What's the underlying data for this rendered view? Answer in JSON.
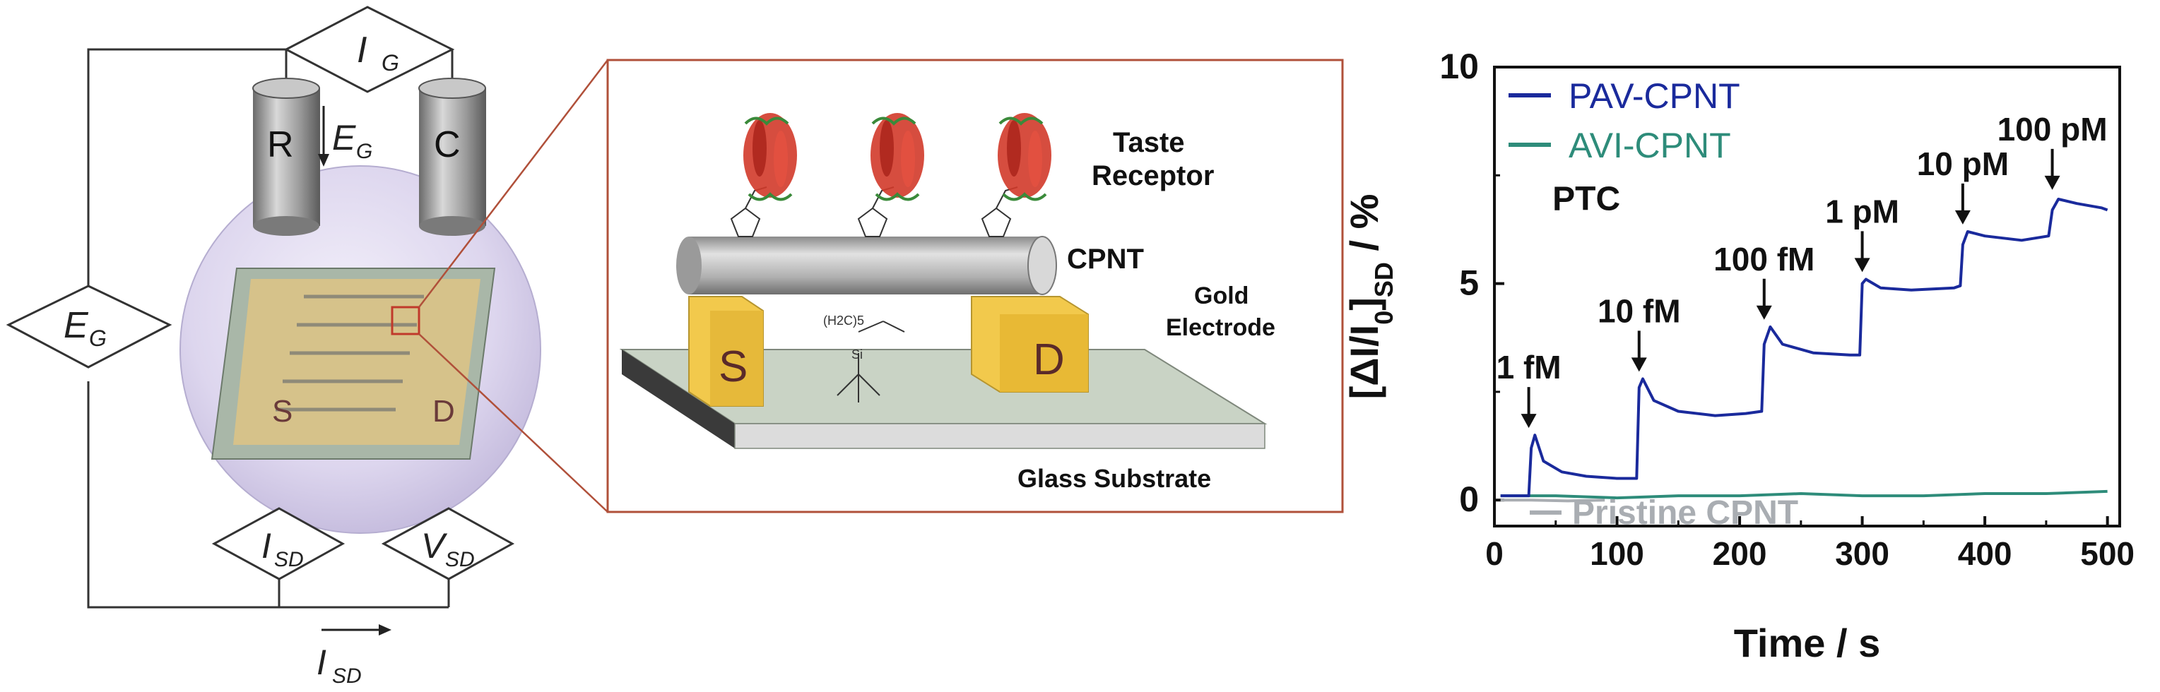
{
  "circuit": {
    "gate_current": "I",
    "gate_current_sub": "G",
    "ref_electrode": "R",
    "counter_electrode": "C",
    "gate_voltage_arrow": "E",
    "gate_voltage_arrow_sub": "G",
    "gate_voltage": "E",
    "gate_voltage_sub": "G",
    "source": "S",
    "drain": "D",
    "sd_current": "I",
    "sd_current_sub": "SD",
    "sd_voltage": "V",
    "sd_voltage_sub": "SD",
    "sd_current_arrow": "I",
    "sd_current_arrow_sub": "SD"
  },
  "device": {
    "taste_receptor_line1": "Taste",
    "taste_receptor_line2": "Receptor",
    "cpnt": "CPNT",
    "gold_line1": "Gold",
    "gold_line2": "Electrode",
    "glass": "Glass Substrate",
    "source": "S",
    "drain": "D",
    "linker": "(H2C)5",
    "silicon": "Si",
    "colors": {
      "gold": "#f2c94c",
      "tube": "#b8b8b8",
      "substrate": "#c9d3c5",
      "receptor": "#d23a2a",
      "frame": "#b0503a"
    }
  },
  "chart_data": {
    "type": "line",
    "xlabel": "Time / s",
    "ylabel": "[ΔI/I0]SD / %",
    "ylabel_parts": {
      "main": "[ΔI/I",
      "sub0": "0",
      "close": "]",
      "subSD": "SD",
      "unit": " / %"
    },
    "xlim": [
      0,
      510
    ],
    "ylim": [
      -0.6,
      10
    ],
    "xticks": [
      0,
      100,
      200,
      300,
      400,
      500
    ],
    "yticks": [
      0,
      5,
      10
    ],
    "grid": false,
    "legend_position": "top-left",
    "series": [
      {
        "name": "PAV-CPNT",
        "color": "#1a2a9c",
        "points": [
          [
            5,
            0.1
          ],
          [
            20,
            0.1
          ],
          [
            28,
            0.1
          ],
          [
            30,
            1.2
          ],
          [
            33,
            1.5
          ],
          [
            40,
            0.9
          ],
          [
            55,
            0.65
          ],
          [
            75,
            0.55
          ],
          [
            100,
            0.5
          ],
          [
            116,
            0.5
          ],
          [
            118,
            2.6
          ],
          [
            121,
            2.8
          ],
          [
            130,
            2.3
          ],
          [
            150,
            2.05
          ],
          [
            180,
            1.95
          ],
          [
            205,
            2.0
          ],
          [
            218,
            2.05
          ],
          [
            220,
            3.6
          ],
          [
            225,
            4.0
          ],
          [
            235,
            3.6
          ],
          [
            260,
            3.4
          ],
          [
            290,
            3.35
          ],
          [
            298,
            3.35
          ],
          [
            300,
            5.0
          ],
          [
            303,
            5.1
          ],
          [
            315,
            4.9
          ],
          [
            340,
            4.85
          ],
          [
            375,
            4.9
          ],
          [
            380,
            4.95
          ],
          [
            382,
            5.9
          ],
          [
            386,
            6.2
          ],
          [
            400,
            6.1
          ],
          [
            430,
            6.0
          ],
          [
            452,
            6.1
          ],
          [
            455,
            6.7
          ],
          [
            460,
            6.95
          ],
          [
            475,
            6.85
          ],
          [
            495,
            6.75
          ],
          [
            500,
            6.7
          ]
        ]
      },
      {
        "name": "AVI-CPNT",
        "color": "#2e8c7a",
        "points": [
          [
            5,
            0.1
          ],
          [
            50,
            0.1
          ],
          [
            100,
            0.05
          ],
          [
            150,
            0.1
          ],
          [
            200,
            0.1
          ],
          [
            250,
            0.15
          ],
          [
            300,
            0.1
          ],
          [
            350,
            0.1
          ],
          [
            400,
            0.15
          ],
          [
            450,
            0.15
          ],
          [
            500,
            0.2
          ]
        ]
      },
      {
        "name": "Pristine CPNT",
        "color": "#a9adb2",
        "points": [
          [
            5,
            0.0
          ],
          [
            30,
            0.0
          ],
          [
            60,
            -0.02
          ],
          [
            90,
            0.0
          ]
        ]
      }
    ],
    "annotations": [
      {
        "text": "PTC",
        "x": 75,
        "y": 6.7,
        "arrow": false
      },
      {
        "text": "1 fM",
        "x": 28,
        "y": 1.6,
        "arrow": true
      },
      {
        "text": "10 fM",
        "x": 118,
        "y": 2.9,
        "arrow": true
      },
      {
        "text": "100 fM",
        "x": 220,
        "y": 4.1,
        "arrow": true
      },
      {
        "text": "1 pM",
        "x": 300,
        "y": 5.2,
        "arrow": true
      },
      {
        "text": "10 pM",
        "x": 382,
        "y": 6.3,
        "arrow": true
      },
      {
        "text": "100 pM",
        "x": 455,
        "y": 7.1,
        "arrow": true
      }
    ]
  }
}
